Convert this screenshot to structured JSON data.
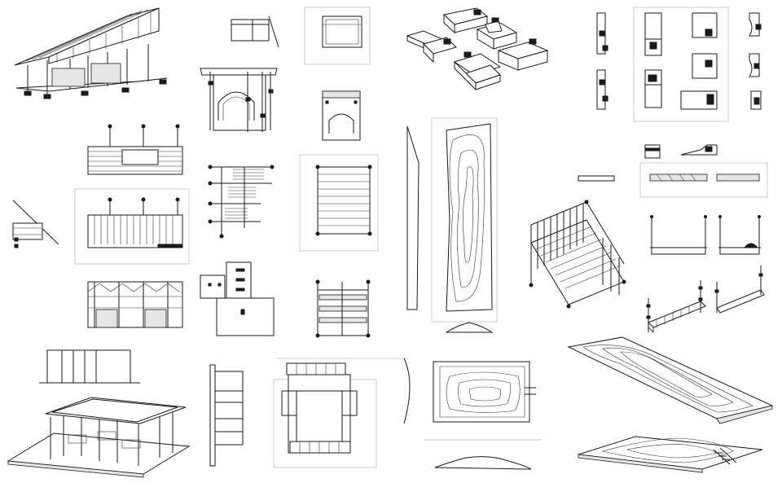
{
  "sheet": {
    "background": "#ffffff",
    "ink": "#1a1a1a",
    "frame_line": "#cccccc"
  },
  "drawings": [
    "pavilion-axonometric-roof",
    "wall-panel-elevation",
    "kiln-axonometric",
    "kiln-section",
    "module-plan-top",
    "module-units-axonometric",
    "detail-sections-right",
    "structure-elevations",
    "stair-section",
    "stair-plan",
    "terrain-long-plan",
    "terrain-profile",
    "bleacher-axonometric",
    "post-elevations",
    "beam-axonometrics",
    "frame-elevation",
    "room-plan-small",
    "tower-section",
    "pavilion-axonometric-base",
    "wall-section-tall",
    "courtyard-plan",
    "terrain-plan-mound",
    "terrain-axonometric-long",
    "terrain-axonometric-platform"
  ]
}
